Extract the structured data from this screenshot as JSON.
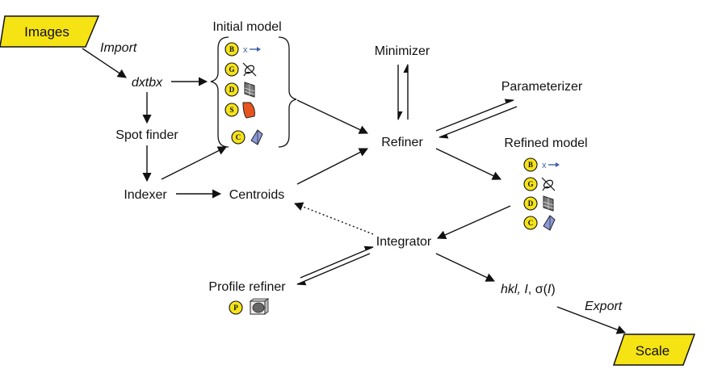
{
  "inputs": {
    "images": "Images",
    "scale": "Scale"
  },
  "edge_labels": {
    "import": "Import",
    "export": "Export"
  },
  "nodes": {
    "dxtbx": "dxtbx",
    "spot_finder": "Spot finder",
    "indexer": "Indexer",
    "centroids": "Centroids",
    "refiner": "Refiner",
    "minimizer": "Minimizer",
    "parameterizer": "Parameterizer",
    "integrator": "Integrator",
    "profile_refiner": "Profile refiner",
    "output_prefix": "hkl, ",
    "output_i": "I",
    "output_sigma_prefix": ", σ(",
    "output_sigma_i": "I",
    "output_suffix": ")"
  },
  "initial_model": {
    "title": "Initial model",
    "badges": [
      {
        "letter": "B",
        "icon": "beam-arrow-icon"
      },
      {
        "letter": "G",
        "icon": "goniometer-icon"
      },
      {
        "letter": "D",
        "icon": "detector-icon"
      },
      {
        "letter": "S",
        "icon": "scan-icon"
      },
      {
        "letter": "C",
        "icon": "crystal-icon"
      }
    ]
  },
  "refined_model": {
    "title": "Refined model",
    "badges": [
      {
        "letter": "B",
        "icon": "beam-arrow-icon"
      },
      {
        "letter": "G",
        "icon": "goniometer-icon"
      },
      {
        "letter": "D",
        "icon": "detector-icon"
      },
      {
        "letter": "C",
        "icon": "crystal-icon"
      }
    ]
  },
  "profile_model": {
    "badge": {
      "letter": "P",
      "icon": "profile-icon"
    }
  },
  "colors": {
    "io_fill": "#F5E313",
    "badge_fill": "#F5E31A",
    "scan_orange": "#E8541E",
    "beam_blue": "#3D5FA8",
    "crystal_blue": "#8A9AD8"
  }
}
